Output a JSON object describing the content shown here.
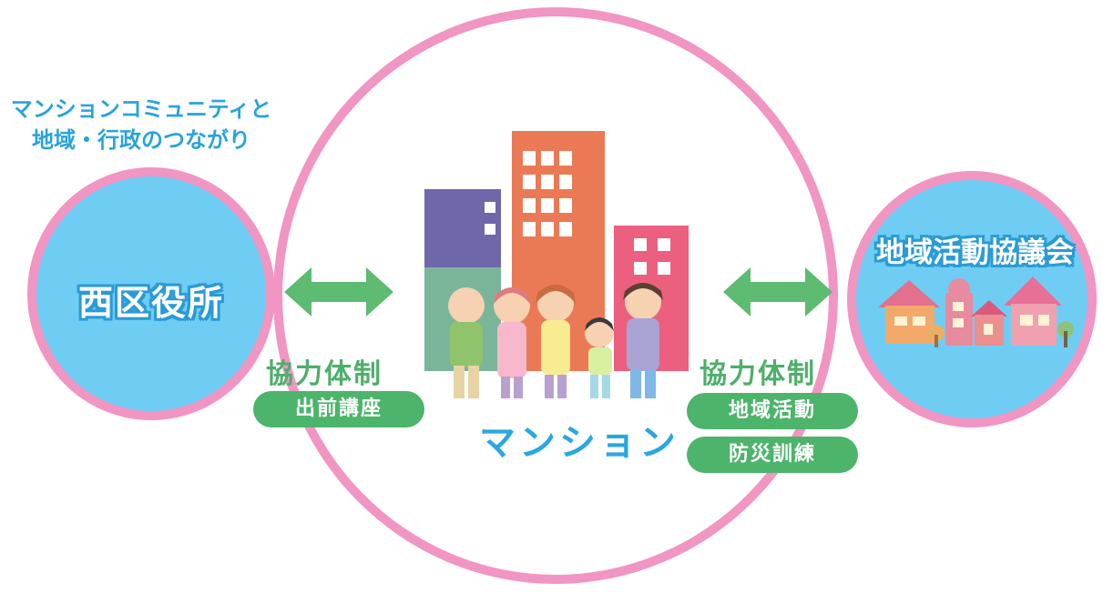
{
  "heading": {
    "line1": "マンションコミュニティと",
    "line2": "地域・行政のつながり"
  },
  "left_node": {
    "label": "西区役所"
  },
  "center_node": {
    "label": "マンション"
  },
  "right_node": {
    "label": "地域活動協議会"
  },
  "left_link": {
    "title": "協力体制",
    "tags": [
      "出前講座"
    ]
  },
  "right_link": {
    "title": "協力体制",
    "tags": [
      "地域活動",
      "防災訓練"
    ]
  },
  "colors": {
    "ring": "#f195c2",
    "node_fill": "#6fcdf4",
    "label_blue": "#29a3dc",
    "arrow_green": "#5dbb72",
    "pill_green": "#4cb46b"
  }
}
